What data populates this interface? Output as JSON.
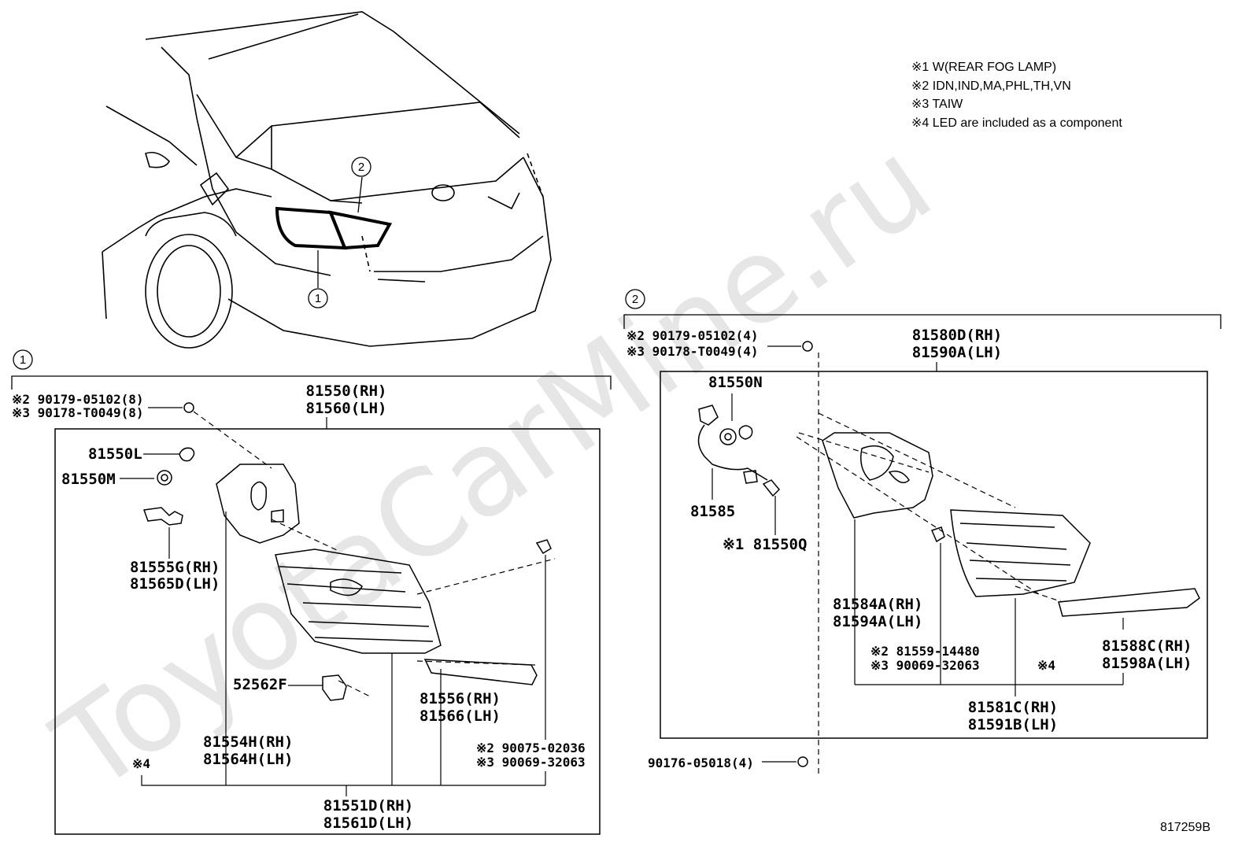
{
  "watermark": "ToyotaCarMine.ru",
  "diagram_ref": "817259B",
  "notes": [
    "※1 W(REAR FOG LAMP)",
    "※2 IDN,IND,MA,PHL,TH,VN",
    "※3 TAIW",
    "※4 LED are included as a component"
  ],
  "callouts": {
    "one": "1",
    "two": "2"
  },
  "section1": {
    "screw_a": "※2 90179-05102(8)",
    "screw_b": "※3 90178-T0049(8)",
    "assy_rh": "81550(RH)",
    "assy_lh": "81560(LH)",
    "bulb_l": "81550L",
    "socket_m": "81550M",
    "clip_rh": "81555G(RH)",
    "clip_lh": "81565D(LH)",
    "retainer": "52562F",
    "lens_rh": "81554H(RH)",
    "lens_lh": "81564H(LH)",
    "refl_rh": "81556(RH)",
    "refl_lh": "81566(LH)",
    "bolt_a": "※2 90075-02036",
    "bolt_b": "※3 90069-32063",
    "led_mark": "※4",
    "body_rh": "81551D(RH)",
    "body_lh": "81561D(LH)"
  },
  "section2": {
    "screw_a": "※2 90179-05102(4)",
    "screw_b": "※3 90178-T0049(4)",
    "assy_rh": "81580D(RH)",
    "assy_lh": "81590A(LH)",
    "bulb_n": "81550N",
    "wire": "81585",
    "bulb_q": "※1 81550Q",
    "lens_rh": "81584A(RH)",
    "lens_lh": "81594A(LH)",
    "screw2_a": "※2 81559-14480",
    "screw2_b": "※3 90069-32063",
    "led_mark": "※4",
    "refl_rh": "81588C(RH)",
    "refl_lh": "81598A(LH)",
    "body_rh": "81581C(RH)",
    "body_lh": "81591B(LH)",
    "nut": "90176-05018(4)"
  }
}
